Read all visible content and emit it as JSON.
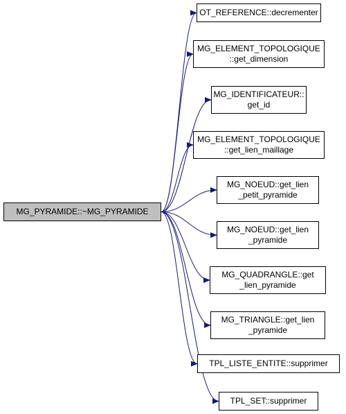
{
  "colors": {
    "edge": "#191970",
    "root_fill": "#bfbfbf",
    "node_fill": "#ffffff",
    "border": "#000000"
  },
  "root": {
    "label": "MG_PYRAMIDE::~MG_PYRAMIDE"
  },
  "callees": [
    {
      "line1": "OT_REFERENCE::decrementer",
      "line2": ""
    },
    {
      "line1": "MG_ELEMENT_TOPOLOGIQUE",
      "line2": "::get_dimension"
    },
    {
      "line1": "MG_IDENTIFICATEUR::",
      "line2": "get_id"
    },
    {
      "line1": "MG_ELEMENT_TOPOLOGIQUE",
      "line2": "::get_lien_maillage"
    },
    {
      "line1": "MG_NOEUD::get_lien",
      "line2": "_petit_pyramide"
    },
    {
      "line1": "MG_NOEUD::get_lien",
      "line2": "_pyramide"
    },
    {
      "line1": "MG_QUADRANGLE::get",
      "line2": "_lien_pyramide"
    },
    {
      "line1": "MG_TRIANGLE::get_lien",
      "line2": "_pyramide"
    },
    {
      "line1": "TPL_LISTE_ENTITE::supprimer",
      "line2": ""
    },
    {
      "line1": "TPL_SET::supprimer",
      "line2": ""
    }
  ]
}
